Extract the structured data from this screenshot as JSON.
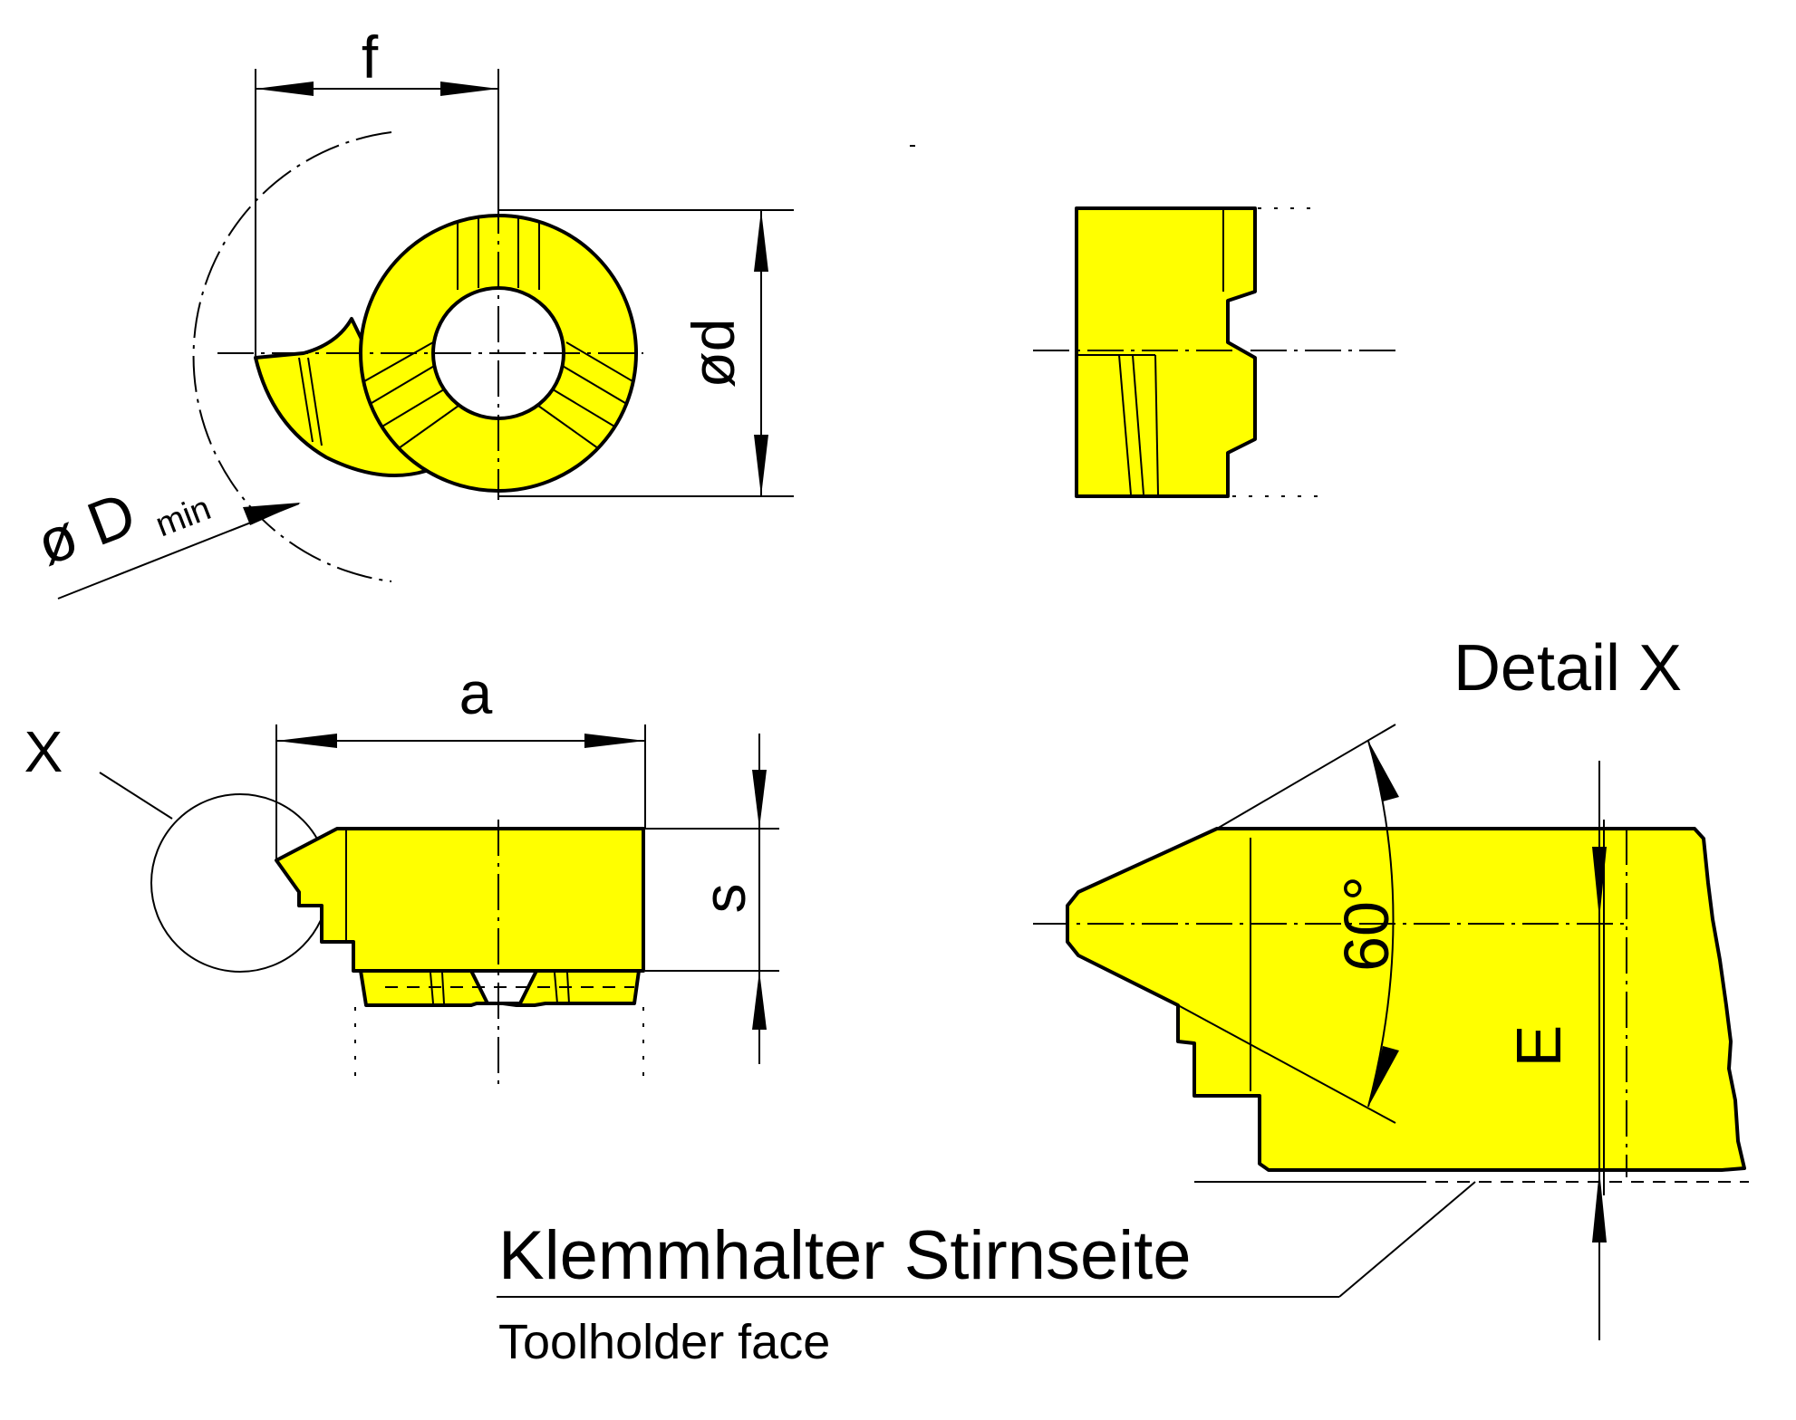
{
  "colors": {
    "part_fill": "#ffff00",
    "line": "#000000",
    "background": "#ffffff"
  },
  "labels": {
    "dim_f": "f",
    "dim_d": "ød",
    "dim_Dmin_main": "ø D",
    "dim_Dmin_sub": "min",
    "dim_a": "a",
    "dim_s": "s",
    "marker_x": "X",
    "detail_title": "Detail X",
    "angle": "60°",
    "dim_E": "E",
    "label_de": "Klemmhalter Stirnseite",
    "label_en": "Toolholder face"
  }
}
